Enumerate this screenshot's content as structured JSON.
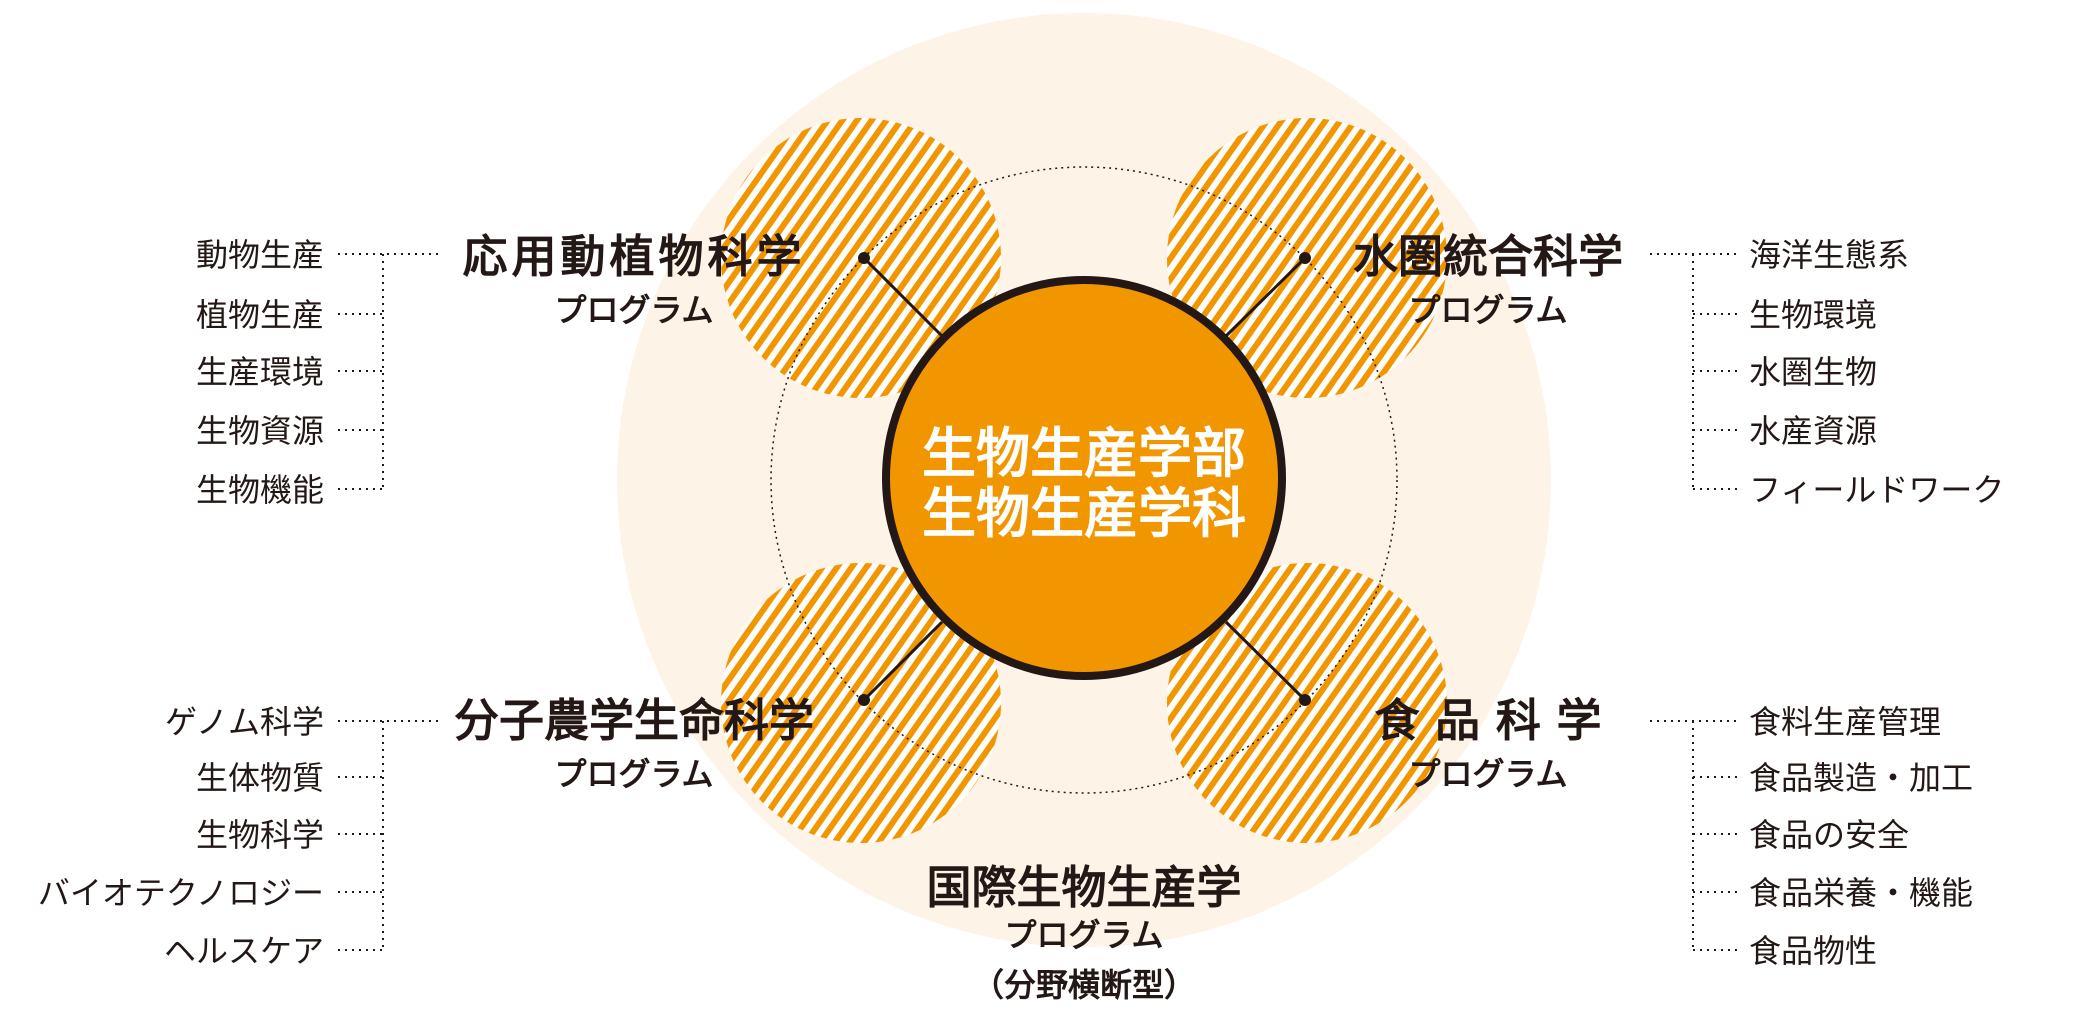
{
  "colors": {
    "accent": "#F29600",
    "background_circle": "#FDF4E7",
    "ink": "#231815"
  },
  "center": {
    "line1": "生物生産学部",
    "line2": "生物生産学科"
  },
  "programs": {
    "applied": {
      "title": "応用動植物科学",
      "sub": "プログラム",
      "items": [
        "動物生産",
        "植物生産",
        "生産環境",
        "生物資源",
        "生物機能"
      ]
    },
    "aquatic": {
      "title": "水圏統合科学",
      "sub": "プログラム",
      "items": [
        "海洋生態系",
        "生物環境",
        "水圏生物",
        "水産資源",
        "フィールドワーク"
      ]
    },
    "molecular": {
      "title": "分子農学生命科学",
      "sub": "プログラム",
      "items": [
        "ゲノム科学",
        "生体物質",
        "生物科学",
        "バイオテクノロジー",
        "ヘルスケア"
      ]
    },
    "food": {
      "title": "食 品 科 学",
      "sub": "プログラム",
      "items": [
        "食料生産管理",
        "食品製造・加工",
        "食品の安全",
        "食品栄養・機能",
        "食品物性"
      ]
    },
    "international": {
      "title": "国際生物生産学",
      "sub": "プログラム",
      "note": "（分野横断型）"
    }
  }
}
